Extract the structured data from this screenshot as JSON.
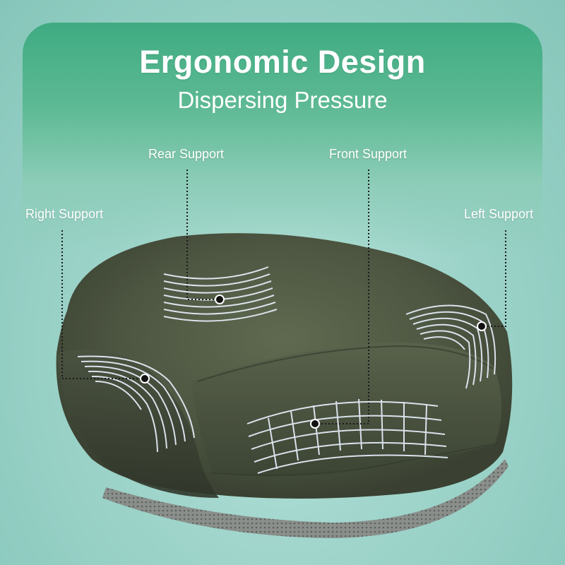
{
  "header": {
    "title": "Ergonomic Design",
    "subtitle": "Dispersing Pressure"
  },
  "callouts": {
    "rear": "Rear Support",
    "front": "Front Support",
    "right": "Right Support",
    "left": "Left Support"
  },
  "colors": {
    "header_green": "#3fab82",
    "background_mint": "#9ed4ca",
    "cushion_olive": "#4e5642",
    "pressure_lines": "#eaf2ff"
  }
}
